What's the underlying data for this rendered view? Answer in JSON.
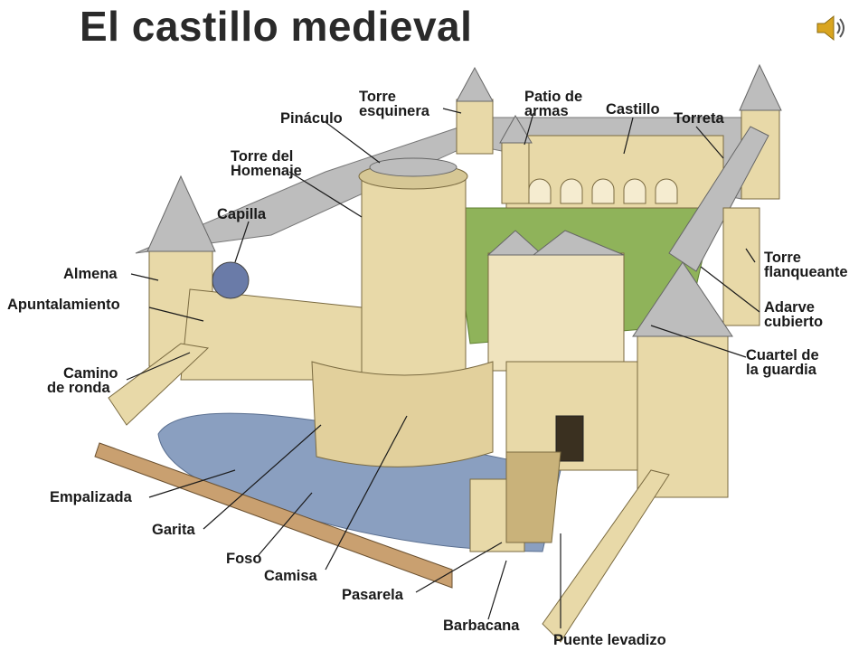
{
  "title": "El castillo medieval",
  "audio_icon": "speaker-icon",
  "labels": {
    "torre_esquinera": [
      "Torre",
      "esquinera"
    ],
    "patio_de_armas": [
      "Patio de",
      "armas"
    ],
    "castillo": "Castillo",
    "torreta": "Torreta",
    "pinaculo": "Pináculo",
    "torre_homenaje": [
      "Torre del",
      "Homenaje"
    ],
    "capilla": "Capilla",
    "almena": "Almena",
    "apuntalamiento": "Apuntalamiento",
    "camino_de_ronda": [
      "Camino",
      "de ronda"
    ],
    "empalizada": "Empalizada",
    "garita": "Garita",
    "foso": "Foso",
    "camisa": "Camisa",
    "pasarela": "Pasarela",
    "barbacana": "Barbacana",
    "puente_levadizo": "Puente levadizo",
    "torre_flanqueante": [
      "Torre",
      "flanqueante"
    ],
    "adarve_cubierto": [
      "Adarve",
      "cubierto"
    ],
    "cuartel_guardia": [
      "Cuartel de",
      "la guardia"
    ]
  },
  "colors": {
    "stone": "#e8d9a8",
    "stone_dark": "#c9b27a",
    "roof": "#b8b8b8",
    "grass": "#8fb35a",
    "water": "#8a9fc0"
  }
}
